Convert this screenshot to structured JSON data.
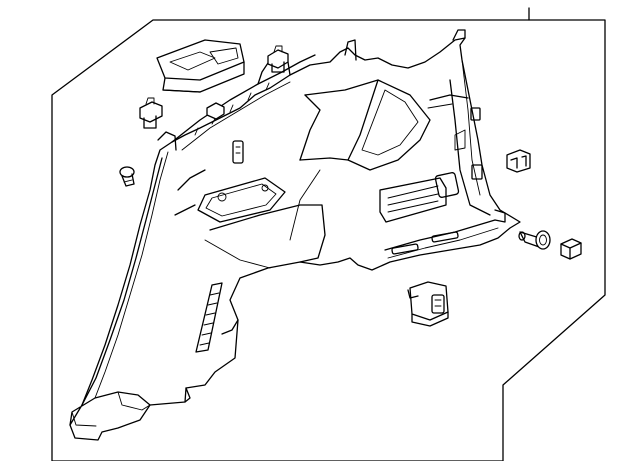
{
  "diagram": {
    "callout_number": "",
    "colors": {
      "line": "#000000",
      "background": "#ffffff"
    },
    "parts": [
      {
        "id": "trim-panel",
        "icon": "quarter-trim-panel"
      },
      {
        "id": "cup-holder-insert",
        "icon": "cup-holder"
      },
      {
        "id": "clip-top",
        "icon": "push-clip"
      },
      {
        "id": "clip-left-upper",
        "icon": "push-clip"
      },
      {
        "id": "clip-left-lower",
        "icon": "push-pin"
      },
      {
        "id": "clip-right-upper",
        "icon": "retainer-clip"
      },
      {
        "id": "rivet-right",
        "icon": "push-rivet"
      },
      {
        "id": "clip-right-far",
        "icon": "retainer-clip"
      },
      {
        "id": "power-outlet",
        "icon": "outlet-connector"
      }
    ]
  }
}
